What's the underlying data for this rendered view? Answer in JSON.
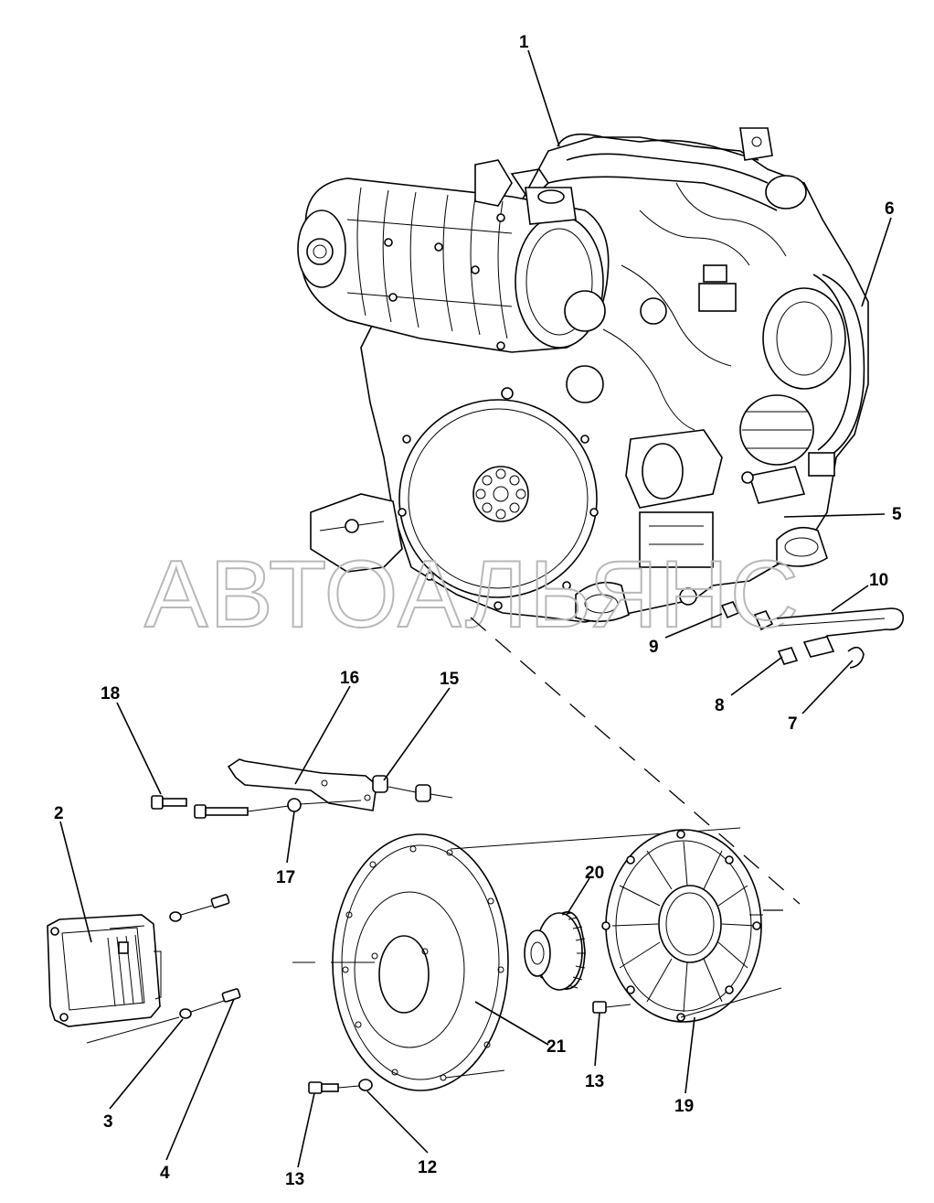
{
  "watermark": "АВТОАЛЬЯНС",
  "callouts": [
    {
      "id": "c1",
      "text": "1"
    },
    {
      "id": "c2",
      "text": "2"
    },
    {
      "id": "c3",
      "text": "3"
    },
    {
      "id": "c4",
      "text": "4"
    },
    {
      "id": "c5",
      "text": "5"
    },
    {
      "id": "c6",
      "text": "6"
    },
    {
      "id": "c7",
      "text": "7"
    },
    {
      "id": "c8",
      "text": "8"
    },
    {
      "id": "c9",
      "text": "9"
    },
    {
      "id": "c10",
      "text": "10"
    },
    {
      "id": "c12",
      "text": "12"
    },
    {
      "id": "c13a",
      "text": "13"
    },
    {
      "id": "c13b",
      "text": "13"
    },
    {
      "id": "c15",
      "text": "15"
    },
    {
      "id": "c16",
      "text": "16"
    },
    {
      "id": "c17",
      "text": "17"
    },
    {
      "id": "c18",
      "text": "18"
    },
    {
      "id": "c19",
      "text": "19"
    },
    {
      "id": "c20",
      "text": "20"
    },
    {
      "id": "c21",
      "text": "21"
    }
  ]
}
